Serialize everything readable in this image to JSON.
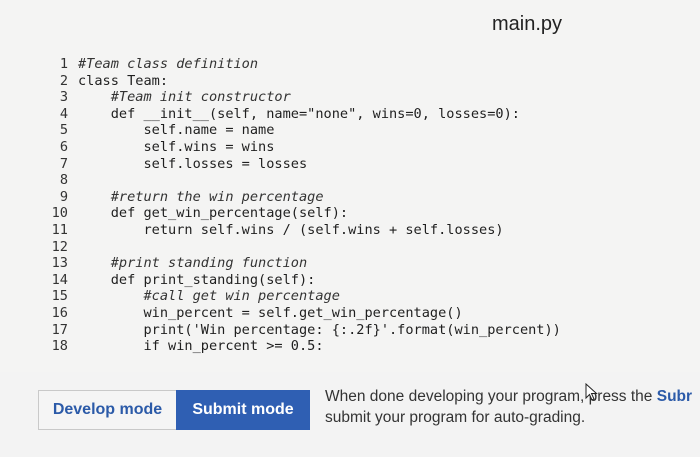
{
  "editor": {
    "file_title": "main.py",
    "lines": [
      {
        "n": "1",
        "text": "#Team class definition"
      },
      {
        "n": "2",
        "text": "class Team:"
      },
      {
        "n": "3",
        "text": "    #Team init constructor"
      },
      {
        "n": "4",
        "text": "    def __init__(self, name=\"none\", wins=0, losses=0):"
      },
      {
        "n": "5",
        "text": "        self.name = name"
      },
      {
        "n": "6",
        "text": "        self.wins = wins"
      },
      {
        "n": "7",
        "text": "        self.losses = losses"
      },
      {
        "n": "8",
        "text": ""
      },
      {
        "n": "9",
        "text": "    #return the win percentage"
      },
      {
        "n": "10",
        "text": "    def get_win_percentage(self):"
      },
      {
        "n": "11",
        "text": "        return self.wins / (self.wins + self.losses)"
      },
      {
        "n": "12",
        "text": ""
      },
      {
        "n": "13",
        "text": "    #print standing function"
      },
      {
        "n": "14",
        "text": "    def print_standing(self):"
      },
      {
        "n": "15",
        "text": "        #call get win percentage"
      },
      {
        "n": "16",
        "text": "        win_percent = self.get_win_percentage()"
      },
      {
        "n": "17",
        "text": "        print('Win percentage: {:.2f}'.format(win_percent))"
      },
      {
        "n": "18",
        "text": "        if win_percent >= 0.5:"
      }
    ]
  },
  "toolbar": {
    "develop_label": "Develop mode",
    "submit_label": "Submit mode",
    "hint_line1_prefix": "When done developing your program, press the ",
    "hint_line1_bold": "Subr",
    "hint_line2": "submit your program for auto-grading."
  },
  "colors": {
    "submit_bg": "#2f5fb3",
    "develop_text": "#2b5aa8"
  }
}
